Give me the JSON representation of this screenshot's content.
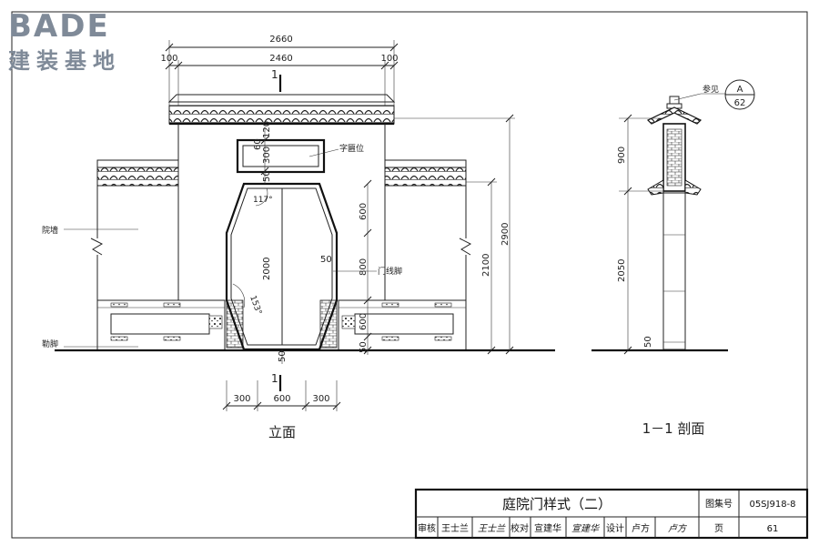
{
  "logo": {
    "brand": "BADE",
    "subtitle": "建装基地"
  },
  "elevation": {
    "caption": "立面",
    "section_mark": "1",
    "dims_top": {
      "overall": "2660",
      "left_margin": "100",
      "middle": "2460",
      "right_margin": "100"
    },
    "dims_bottom": {
      "left": "300",
      "center": "600",
      "right": "300"
    },
    "dims_vertical": {
      "placard_top": "120",
      "placard_small": "60",
      "placard_height": "300",
      "door_above": "50",
      "door_height": "2000",
      "right_600_upper": "600",
      "right_800": "800",
      "right_600_lower": "600",
      "right_50": "50",
      "side_wall_height": "2100",
      "overall_height": "2900",
      "bottom_50": "50",
      "frame_width": "50"
    },
    "angles": {
      "upper": "117°",
      "lower": "153°"
    },
    "labels": {
      "courtyard_wall": "院墙",
      "plinth": "勒脚",
      "placard": "字匾位",
      "door_trim": "门线脚"
    }
  },
  "section": {
    "caption": "1－1  剖面",
    "dims": {
      "upper": "900",
      "lower": "2050",
      "bottom": "50"
    },
    "ref_note": "参见",
    "detail_ref": {
      "letter": "A",
      "page": "62"
    }
  },
  "title_block": {
    "title": "庭院门样式（二）",
    "atlas_label": "图集号",
    "atlas_no": "05SJ918-8",
    "review_label": "审核",
    "reviewer": "王士兰",
    "reviewer_sig": "王士兰",
    "check_label": "校对",
    "checker": "宣建华",
    "checker_sig": "宣建华",
    "design_label": "设计",
    "designer": "卢方",
    "designer_sig": "卢方",
    "page_label": "页",
    "page_no": "61"
  }
}
